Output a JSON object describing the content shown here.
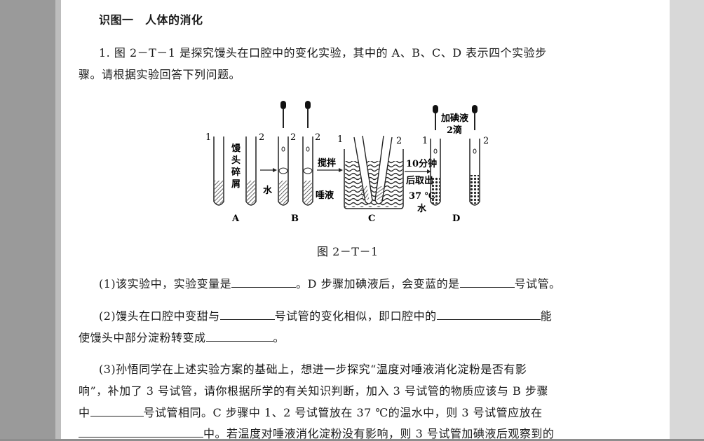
{
  "section_title": "识图一　人体的消化",
  "q1": {
    "line1": "1. 图 2－T－1 是探究馒头在口腔中的变化实验，其中的 A、B、C、D 表示四个实验步",
    "line2": "骤。请根据实验回答下列问题。"
  },
  "figure": {
    "caption": "图 2－T－1",
    "step_labels": [
      "A",
      "B",
      "C",
      "D"
    ],
    "tube_numbers": [
      "1",
      "2",
      "2",
      "2",
      "1",
      "2",
      "1",
      "2"
    ],
    "label_mantou": [
      "馒",
      "头",
      "碎",
      "屑"
    ],
    "label_water": "水",
    "label_stir": "搅拌",
    "label_saliva": "唾液",
    "label_10min": "10分钟",
    "label_takeout": "后取出",
    "label_temp": "37 ℃",
    "label_water2": "水",
    "label_iodine": "加碘液",
    "label_2drops": "2滴"
  },
  "sub1": {
    "p1": "(1)该实验中，实验变量是",
    "p2": "。D 步骤加碘液后，会变蓝的是",
    "p3": "号试管。"
  },
  "sub2": {
    "p1": "(2)馒头在口腔中变甜与",
    "p2": "号试管的变化相似，即口腔中的",
    "p3": "能",
    "p4": "使馒头中部分淀粉转变成",
    "p5": "。"
  },
  "sub3": {
    "line1": "(3)孙悟同学在上述实验方案的基础上，想进一步探究“温度对唾液消化淀粉是否有影",
    "line2": "响”，补加了 3 号试管，请你根据所学的有关知识判断，加入 3 号试管的物质应该与 B 步骤",
    "p3a": "中",
    "p3b": "号试管相同。C 步骤中 1、2 号试管放在 37 ℃的温水中，则 3 号试管应放在",
    "p4b": "中。若温度对唾液消化淀粉没有影响，则 3 号试管加碘液后观察到的"
  }
}
